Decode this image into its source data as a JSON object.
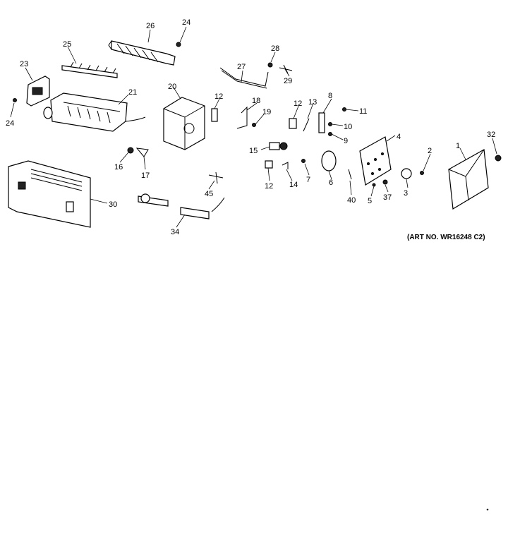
{
  "art_number": "(ART NO. WR16248 C2)",
  "callouts": {
    "p1": "1",
    "p2": "2",
    "p3": "3",
    "p4": "4",
    "p5": "5",
    "p6": "6",
    "p7": "7",
    "p8": "8",
    "p9": "9",
    "p10": "10",
    "p11": "11",
    "p12a": "12",
    "p12b": "12",
    "p12c": "12",
    "p13": "13",
    "p14": "14",
    "p15": "15",
    "p16": "16",
    "p17": "17",
    "p18": "18",
    "p19": "19",
    "p20": "20",
    "p21": "21",
    "p23": "23",
    "p24a": "24",
    "p24b": "24",
    "p25": "25",
    "p26": "26",
    "p27": "27",
    "p28": "28",
    "p29": "29",
    "p30": "30",
    "p32": "32",
    "p34": "34",
    "p37": "37",
    "p40": "40",
    "p45": "45"
  }
}
